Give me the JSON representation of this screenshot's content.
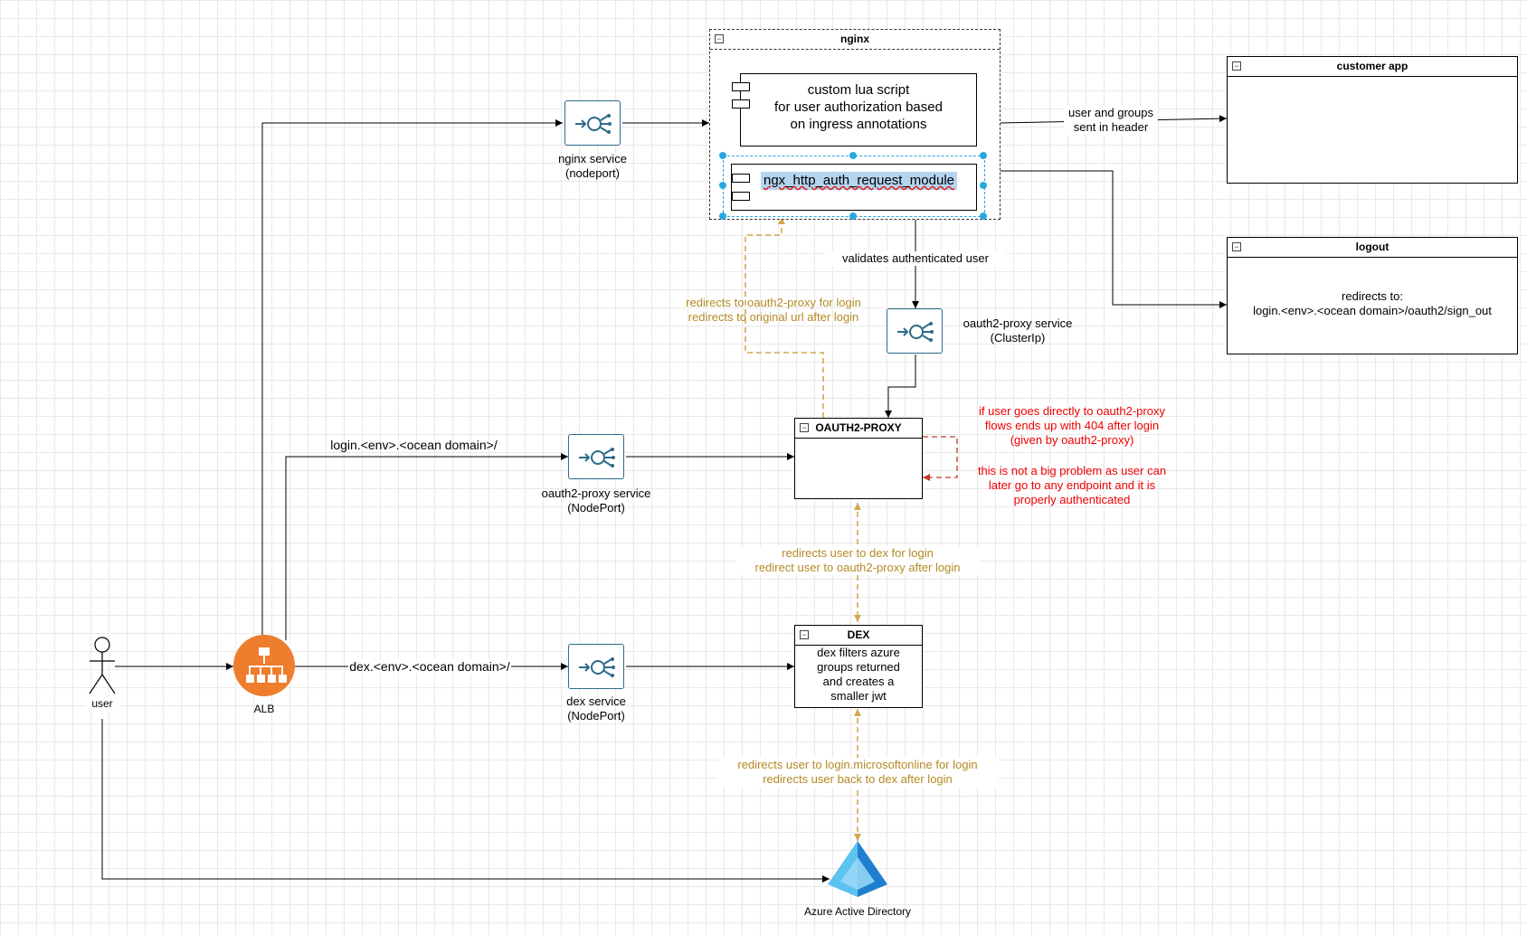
{
  "nginx": {
    "title": "nginx",
    "lua_lines": [
      "custom lua script",
      "for user authorization based",
      "on ingress annotations"
    ],
    "module_label": "ngx_http_auth_request_module"
  },
  "customer_app": {
    "title": "customer app"
  },
  "logout": {
    "title": "logout",
    "text_lines": [
      "redirects to:",
      "login.<env>.<ocean domain>/oauth2/sign_out"
    ]
  },
  "oauth2_proxy": {
    "title": "OAUTH2-PROXY"
  },
  "dex": {
    "title": "DEX",
    "text_lines": [
      "dex filters azure",
      "groups returned",
      "and creates a",
      "smaller jwt"
    ]
  },
  "services": {
    "nginx": [
      "nginx service",
      "(nodeport)"
    ],
    "oauth2_cluster": [
      "oauth2-proxy service",
      "(ClusterIp)"
    ],
    "oauth2_nodeport": [
      "oauth2-proxy service",
      "(NodePort)"
    ],
    "dex": [
      "dex service",
      "(NodePort)"
    ]
  },
  "actor": {
    "label": "user"
  },
  "alb": {
    "label": "ALB"
  },
  "aad": {
    "label": "Azure Active Directory"
  },
  "edges": {
    "headers": [
      "user and groups",
      "sent in header"
    ],
    "validates": "validates authenticated user",
    "login_url": "login.<env>.<ocean domain>/",
    "dex_url": "dex.<env>.<ocean domain>/",
    "nginx_oauth": [
      "redirects to oauth2-proxy for login",
      "redirects to original url after login"
    ],
    "oauth_dex": [
      "redirects user to dex for login",
      "redirect user to oauth2-proxy after login"
    ],
    "dex_aad": [
      "redirects user to login.microsoftonline for login",
      "redirects user back to dex after login"
    ]
  },
  "note": {
    "lines1": [
      "if user goes directly to oauth2-proxy",
      "flows ends up with 404 after login",
      "(given by oauth2-proxy)"
    ],
    "lines2": [
      "this is not a big problem as user can",
      "later go to any endpoint and it is",
      "properly authenticated"
    ]
  },
  "colors": {
    "gold": "#d4a84a",
    "red": "#c0392b",
    "service_border": "#2d6a8a",
    "alb": "#ee7d2d",
    "aad": "#2b9be0",
    "selection": "#29a8e0"
  }
}
